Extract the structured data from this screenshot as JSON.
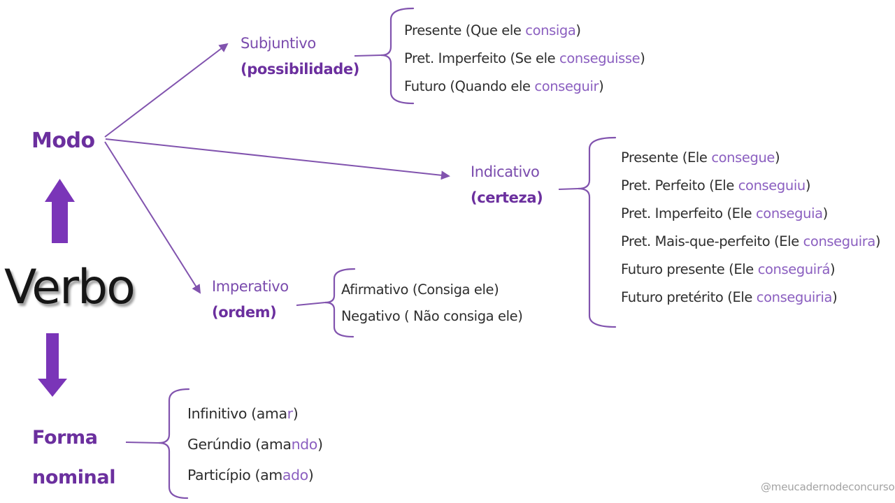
{
  "colors": {
    "purple_dark": "#6B2F9E",
    "purple_label": "#7A4BAD",
    "purple_highlight": "#8B5FC0",
    "purple_arrow": "#7A35B8",
    "purple_line": "#8153AE",
    "text_black": "#2E2E2E",
    "verbo_black": "#161616",
    "watermark_gray": "#A3A3A3",
    "background": "#FFFFFF"
  },
  "root": {
    "label": "Verbo"
  },
  "modo": {
    "label": "Modo",
    "subjuntivo": {
      "name": "Subjuntivo",
      "qualifier": "(possibilidade)",
      "tenses": [
        {
          "segments": [
            {
              "text": "Presente (Que ele "
            },
            {
              "text": "consiga",
              "hl": true
            },
            {
              "text": ")"
            }
          ]
        },
        {
          "segments": [
            {
              "text": "Pret. Imperfeito (Se ele "
            },
            {
              "text": "conseguisse",
              "hl": true
            },
            {
              "text": ")"
            }
          ]
        },
        {
          "segments": [
            {
              "text": "Futuro (Quando ele "
            },
            {
              "text": "conseguir",
              "hl": true
            },
            {
              "text": ")"
            }
          ]
        }
      ]
    },
    "indicativo": {
      "name": "Indicativo",
      "qualifier": "(certeza)",
      "tenses": [
        {
          "segments": [
            {
              "text": "Presente (Ele "
            },
            {
              "text": "consegue",
              "hl": true
            },
            {
              "text": ")"
            }
          ]
        },
        {
          "segments": [
            {
              "text": "Pret. Perfeito (Ele "
            },
            {
              "text": "conseguiu",
              "hl": true
            },
            {
              "text": ")"
            }
          ]
        },
        {
          "segments": [
            {
              "text": "Pret. Imperfeito (Ele "
            },
            {
              "text": "conseguia",
              "hl": true
            },
            {
              "text": ")"
            }
          ]
        },
        {
          "segments": [
            {
              "text": "Pret. Mais-que-perfeito (Ele "
            },
            {
              "text": "conseguira",
              "hl": true
            },
            {
              "text": ")"
            }
          ]
        },
        {
          "segments": [
            {
              "text": "Futuro presente (Ele "
            },
            {
              "text": "conseguirá",
              "hl": true
            },
            {
              "text": ")"
            }
          ]
        },
        {
          "segments": [
            {
              "text": "Futuro pretérito (Ele "
            },
            {
              "text": "conseguiria",
              "hl": true
            },
            {
              "text": ")"
            }
          ]
        }
      ]
    },
    "imperativo": {
      "name": "Imperativo",
      "qualifier": "(ordem)",
      "forms": [
        {
          "segments": [
            {
              "text": "Afirmativo (Consiga ele)"
            }
          ]
        },
        {
          "segments": [
            {
              "text": "Negativo ( Não consiga ele)"
            }
          ]
        }
      ]
    }
  },
  "forma_nominal": {
    "label_line1": "Forma",
    "label_line2": "nominal",
    "forms": [
      {
        "segments": [
          {
            "text": "Infinitivo  (ama"
          },
          {
            "text": "r",
            "hl": true
          },
          {
            "text": ")"
          }
        ]
      },
      {
        "segments": [
          {
            "text": "Gerúndio (ama"
          },
          {
            "text": "ndo",
            "hl": true
          },
          {
            "text": ")"
          }
        ]
      },
      {
        "segments": [
          {
            "text": "Particípio (am"
          },
          {
            "text": "ado",
            "hl": true
          },
          {
            "text": ")"
          }
        ]
      }
    ]
  },
  "watermark": "@meucadernodeconcurso"
}
